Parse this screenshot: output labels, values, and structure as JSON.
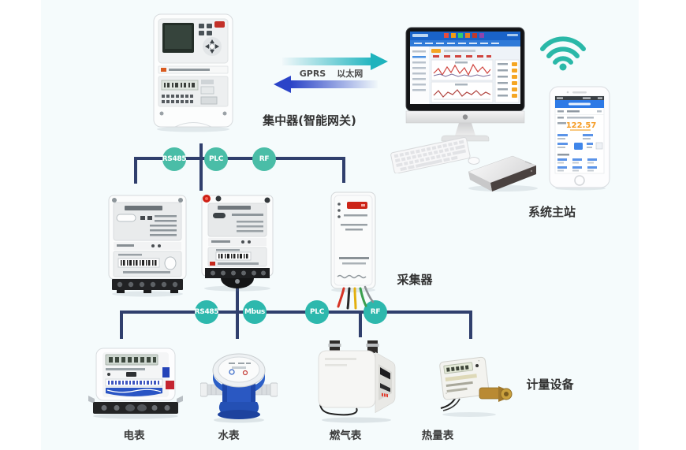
{
  "diagram": {
    "labels": {
      "concentrator": "集中器(智能网关)",
      "master_station": "系统主站",
      "collector": "采集器",
      "metering_devices": "计量设备"
    },
    "link": {
      "left": "GPRS",
      "right": "以太网"
    },
    "upper_bus_nodes": [
      "RS485",
      "PLC",
      "RF"
    ],
    "lower_bus_nodes": [
      "RS485",
      "Mbus",
      "PLC",
      "RF"
    ],
    "meter_labels": [
      "电表",
      "水表",
      "燃气表",
      "热量表"
    ],
    "phone_screen": {
      "big_number": "122.57"
    },
    "colors": {
      "bus_line": "#303f6d",
      "node_fill_upper": "#4abda7",
      "node_fill_lower": "#2db8ad",
      "arrow_teal": "#1fb3bd",
      "arrow_blue": "#2b44c8",
      "wifi": "#2ab8a8",
      "label_text": "#333333",
      "background_tint": "#f5fbfc",
      "phone_number_orange": "#f59b22"
    }
  }
}
